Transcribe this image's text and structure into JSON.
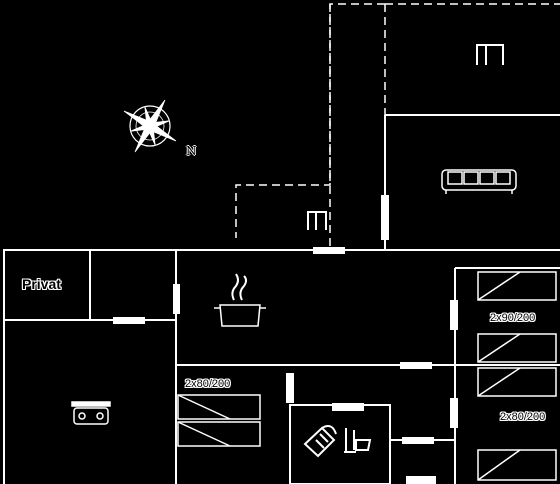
{
  "labels": {
    "privat": "Privat",
    "bed_a": "2x90/200",
    "bed_b": "2x80/200",
    "bed_c": "2x80/200",
    "compass_n": "N"
  },
  "icons": {
    "compass": "compass-rose-icon",
    "sofa": "sofa-icon",
    "cooking_pot": "cooking-pot-icon",
    "car": "car-icon",
    "shower": "shower-icon",
    "toilet": "toilet-icon",
    "fireplace": "fireplace-icon"
  },
  "colors": {
    "background": "#000000",
    "lines": "#ffffff"
  }
}
